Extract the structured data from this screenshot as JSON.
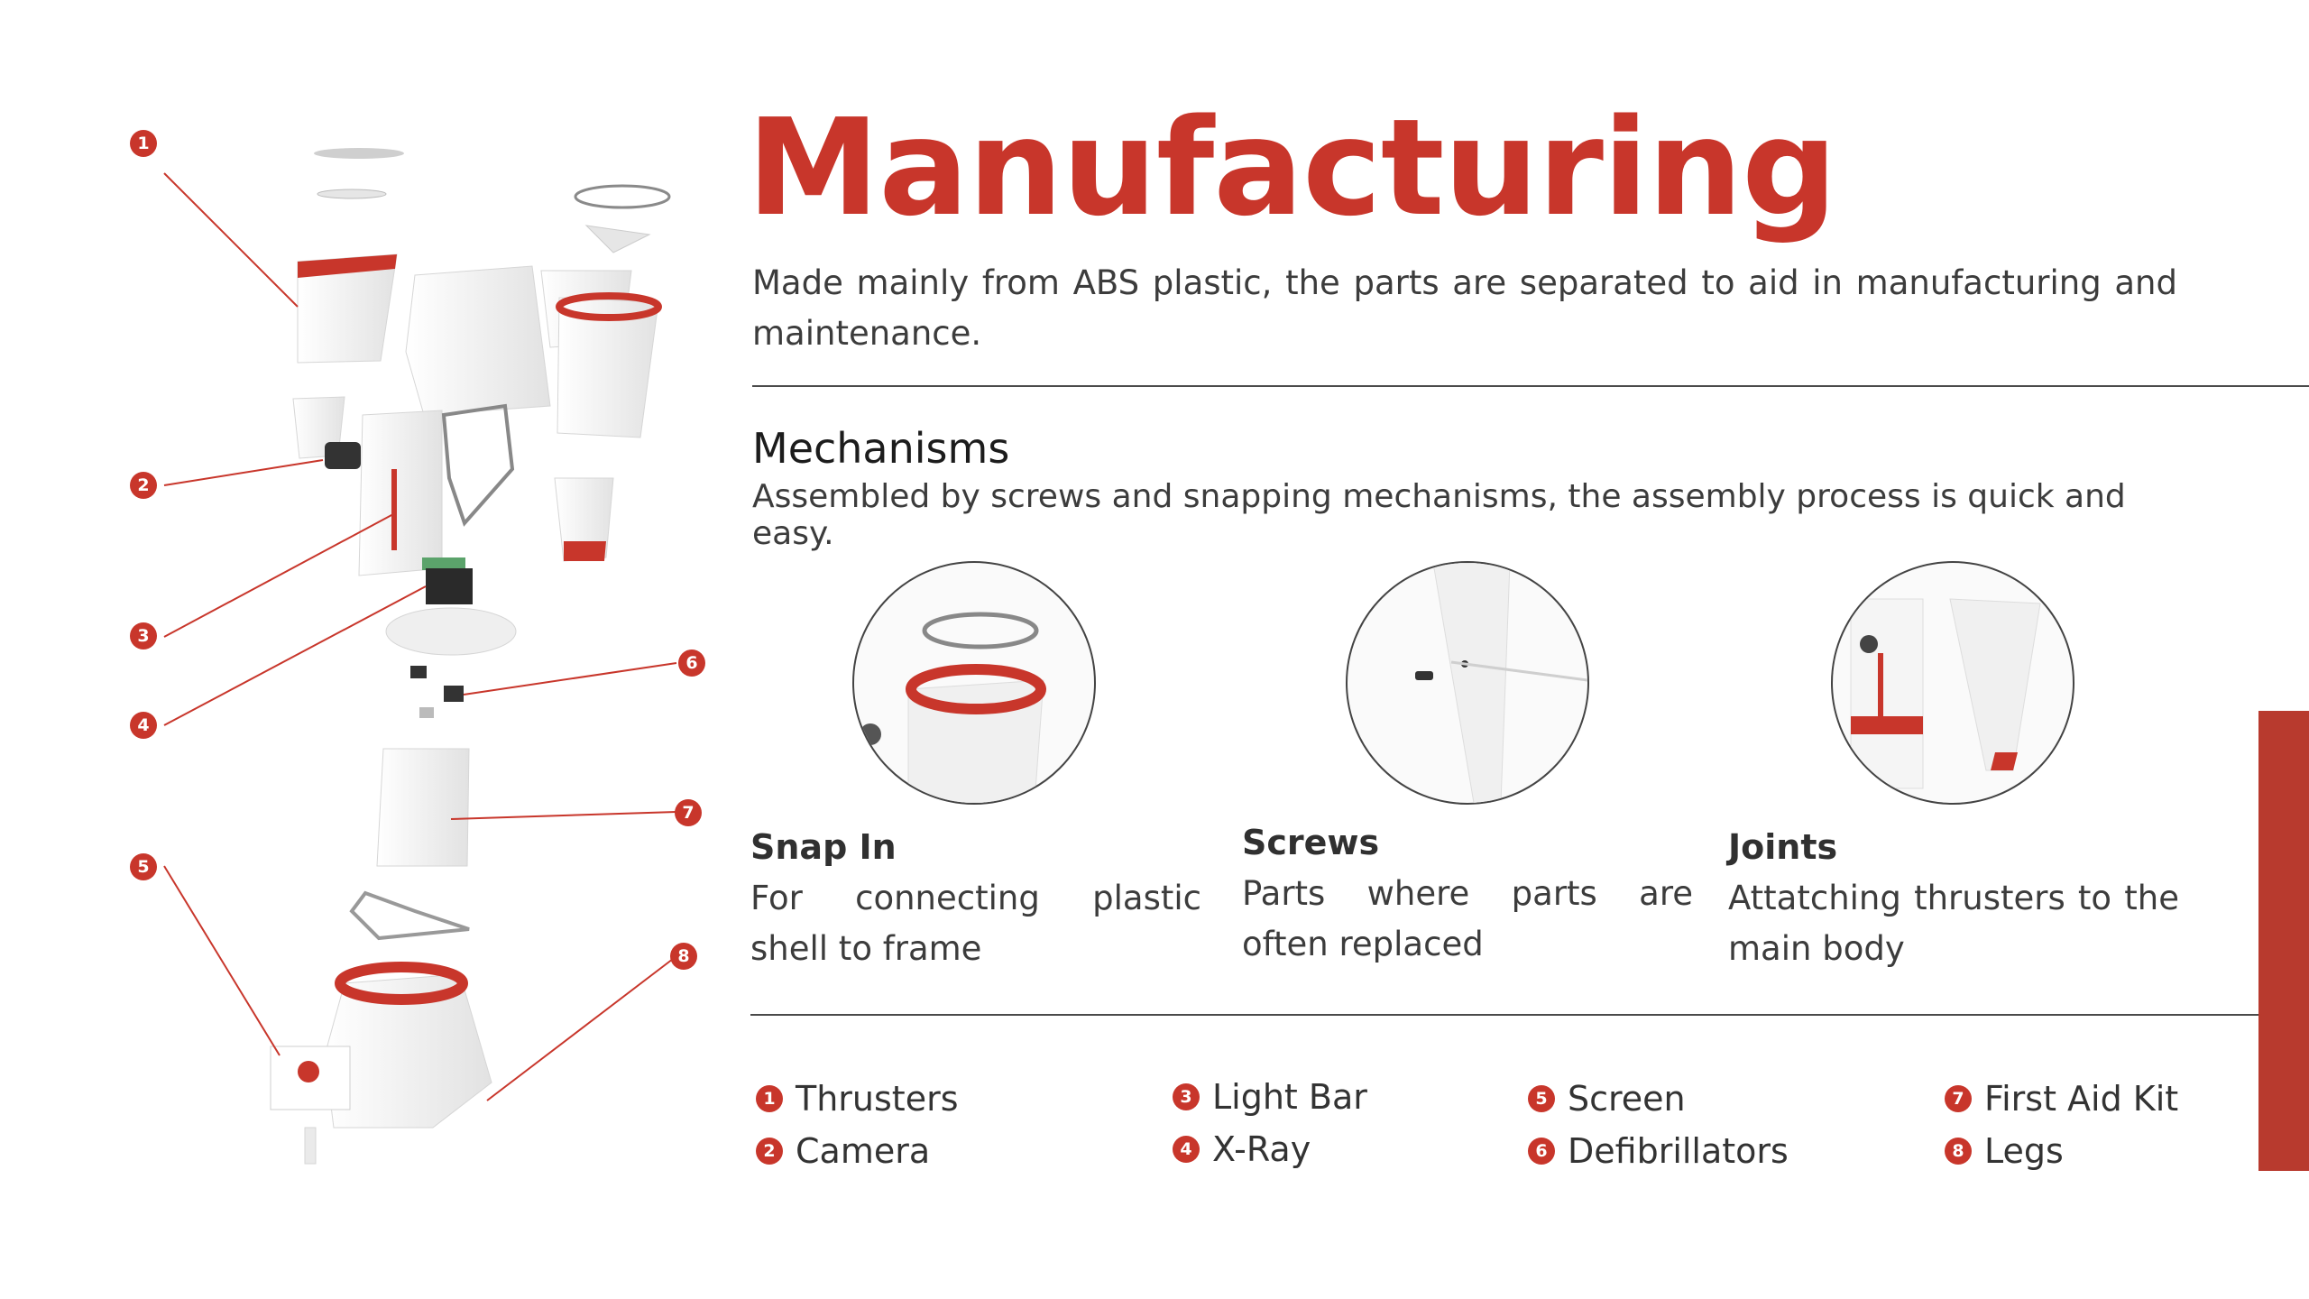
{
  "title": "Manufacturing",
  "intro": "Made mainly from ABS plastic, the parts are separated to aid in manufacturing and maintenance.",
  "mechanisms": {
    "heading": "Mechanisms",
    "text": "Assembled by screws and snapping mechanisms, the assembly process is quick and easy."
  },
  "features": [
    {
      "title": "Snap In",
      "desc": "For connecting plastic shell to frame"
    },
    {
      "title": "Screws",
      "desc": "Parts where parts are often replaced"
    },
    {
      "title": "Joints",
      "desc": "Attatching thrusters to the main body"
    }
  ],
  "markers": [
    "1",
    "2",
    "3",
    "4",
    "5",
    "6",
    "7",
    "8"
  ],
  "legend": [
    {
      "num": "1",
      "label": "Thrusters"
    },
    {
      "num": "2",
      "label": "Camera"
    },
    {
      "num": "3",
      "label": "Light Bar"
    },
    {
      "num": "4",
      "label": "X-Ray"
    },
    {
      "num": "5",
      "label": "Screen"
    },
    {
      "num": "6",
      "label": "Defibrillators"
    },
    {
      "num": "7",
      "label": "First Aid Kit"
    },
    {
      "num": "8",
      "label": "Legs"
    }
  ],
  "colors": {
    "accent": "#c8362b",
    "band": "#b83a2e",
    "text": "#3c3c3c"
  }
}
